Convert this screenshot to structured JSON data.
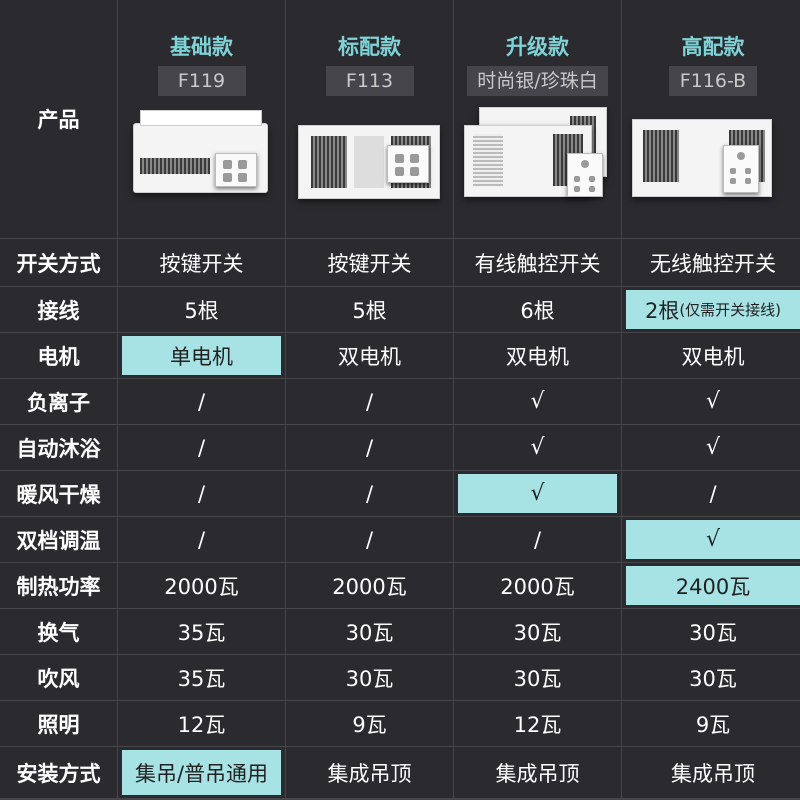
{
  "row_labels": [
    "产品",
    "开关方式",
    "接线",
    "电机",
    "负离子",
    "自动沐浴",
    "暖风干燥",
    "双档调温",
    "制热功率",
    "换气",
    "吹风",
    "照明",
    "安装方式"
  ],
  "models": [
    {
      "name": "基础款",
      "code": "F119"
    },
    {
      "name": "标配款",
      "code": "F113"
    },
    {
      "name": "升级款",
      "code": "时尚银/珍珠白"
    },
    {
      "name": "高配款",
      "code": "F116-B"
    }
  ],
  "rows": {
    "switch": [
      "按键开关",
      "按键开关",
      "有线触控开关",
      "无线触控开关"
    ],
    "wiring": [
      "5根",
      "5根",
      "6根",
      "2根"
    ],
    "wiring_note": "(仅需开关接线)",
    "motor": [
      "单电机",
      "双电机",
      "双电机",
      "双电机"
    ],
    "anion": [
      "/",
      "/",
      "√",
      "√"
    ],
    "auto_bath": [
      "/",
      "/",
      "√",
      "√"
    ],
    "warm_dry": [
      "/",
      "/",
      "√",
      "/"
    ],
    "dual_temp": [
      "/",
      "/",
      "/",
      "√"
    ],
    "heat_power": [
      "2000瓦",
      "2000瓦",
      "2000瓦",
      "2400瓦"
    ],
    "ventilation": [
      "35瓦",
      "30瓦",
      "30瓦",
      "30瓦"
    ],
    "blow": [
      "35瓦",
      "30瓦",
      "30瓦",
      "30瓦"
    ],
    "lighting": [
      "12瓦",
      "9瓦",
      "12瓦",
      "9瓦"
    ],
    "install": [
      "集吊/普吊通用",
      "集成吊顶",
      "集成吊顶",
      "集成吊顶"
    ]
  },
  "colors": {
    "background": "#2b2b2f",
    "grid_line": "#45454a",
    "highlight": "#a7e3e5",
    "model_name": "#7fd3d6"
  }
}
